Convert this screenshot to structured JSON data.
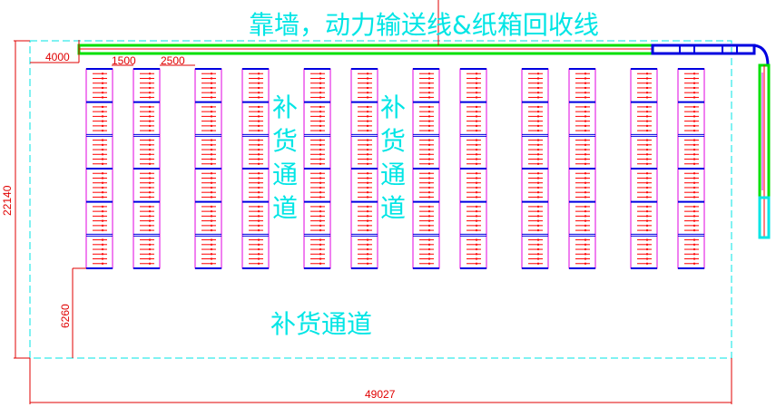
{
  "labels": {
    "top_conveyor": "靠墙，动力输送线&纸箱回收线",
    "aisle_vertical_1": "补货通道",
    "aisle_vertical_2": "补货通道",
    "aisle_bottom": "补货通道"
  },
  "dimensions": {
    "offset_left": "4000",
    "rack_width": "1500",
    "aisle_width": "2500",
    "total_height": "22140",
    "bottom_aisle_height": "6260",
    "total_width": "49027"
  },
  "layout": {
    "rack_columns": 12,
    "rack_sections_per_column": 6
  },
  "colors": {
    "rack_frame": "#e000e0",
    "beam": "#0000e0",
    "shelf": "#ff0000",
    "conveyor": "#00e000",
    "boundary": "#00e5e5",
    "dimension": "#e00000"
  }
}
